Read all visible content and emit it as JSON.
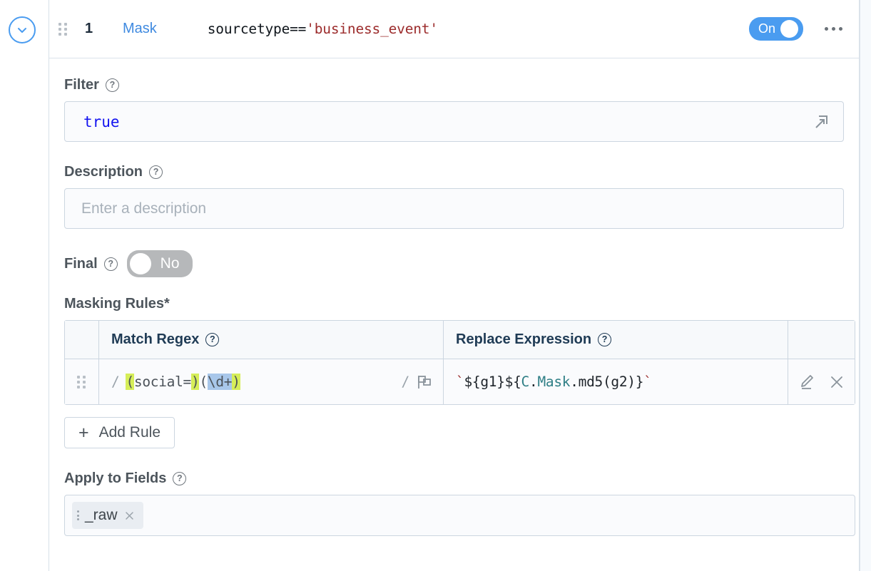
{
  "header": {
    "collapse_icon": "chevron-down-circle-icon",
    "drag_handle_icon": "drag-dots-icon",
    "rule_number": "1",
    "rule_kind": "Mask",
    "expression_prefix": "sourcetype==",
    "expression_string": "'business_event'",
    "enable_toggle": {
      "label": "On",
      "state": "on"
    },
    "more_menu_icon": "kebab-menu-icon"
  },
  "filter": {
    "label": "Filter",
    "help_icon": "help-circle-icon",
    "value": "true",
    "expand_icon": "expand-external-icon"
  },
  "description": {
    "label": "Description",
    "help_icon": "help-circle-icon",
    "value": "",
    "placeholder": "Enter a description"
  },
  "final": {
    "label": "Final",
    "help_icon": "help-circle-icon",
    "toggle": {
      "label": "No",
      "state": "off"
    }
  },
  "masking_rules": {
    "label": "Masking Rules*",
    "columns": {
      "match_regex": "Match Regex",
      "replace_expression": "Replace Expression",
      "help_icon": "help-circle-icon"
    },
    "rows": [
      {
        "drag_handle_icon": "drag-dots-icon",
        "open_delimiter": "/",
        "close_delimiter": "/",
        "flags_icon": "flag-icon",
        "regex_tokens": [
          {
            "text": "(",
            "highlight": "green"
          },
          {
            "text": "social=",
            "highlight": "none"
          },
          {
            "text": ")",
            "highlight": "green"
          },
          {
            "text": "(",
            "highlight": "none"
          },
          {
            "text": "\\d+",
            "highlight": "blue"
          },
          {
            "text": ")",
            "highlight": "green"
          }
        ],
        "replace_tokens": [
          {
            "text": "`",
            "style": "tick"
          },
          {
            "text": "${g1}${",
            "style": "base"
          },
          {
            "text": "C",
            "style": "ns"
          },
          {
            "text": ".",
            "style": "base"
          },
          {
            "text": "Mask",
            "style": "ns"
          },
          {
            "text": ".md5(g2)}",
            "style": "base"
          },
          {
            "text": "`",
            "style": "tick"
          }
        ],
        "edit_icon": "pencil-edit-icon",
        "delete_icon": "close-x-icon"
      }
    ],
    "add_rule": {
      "label": "Add Rule",
      "icon": "plus-icon"
    }
  },
  "apply_to_fields": {
    "label": "Apply to Fields",
    "help_icon": "help-circle-icon",
    "chips": [
      {
        "label": "_raw",
        "drag_icon": "drag-dots-icon",
        "remove_icon": "close-x-icon"
      }
    ]
  },
  "colors": {
    "accent_blue": "#4a9cf0",
    "link_blue": "#3f8ae0",
    "string_red": "#9c2c2c",
    "filter_blue": "#1313f0",
    "highlight_green": "#d6ee59",
    "highlight_blue": "#a8c7ea",
    "namespace_teal": "#2f7f86",
    "header_navy": "#1f3b55",
    "toggle_off_gray": "#b6b8ba"
  }
}
